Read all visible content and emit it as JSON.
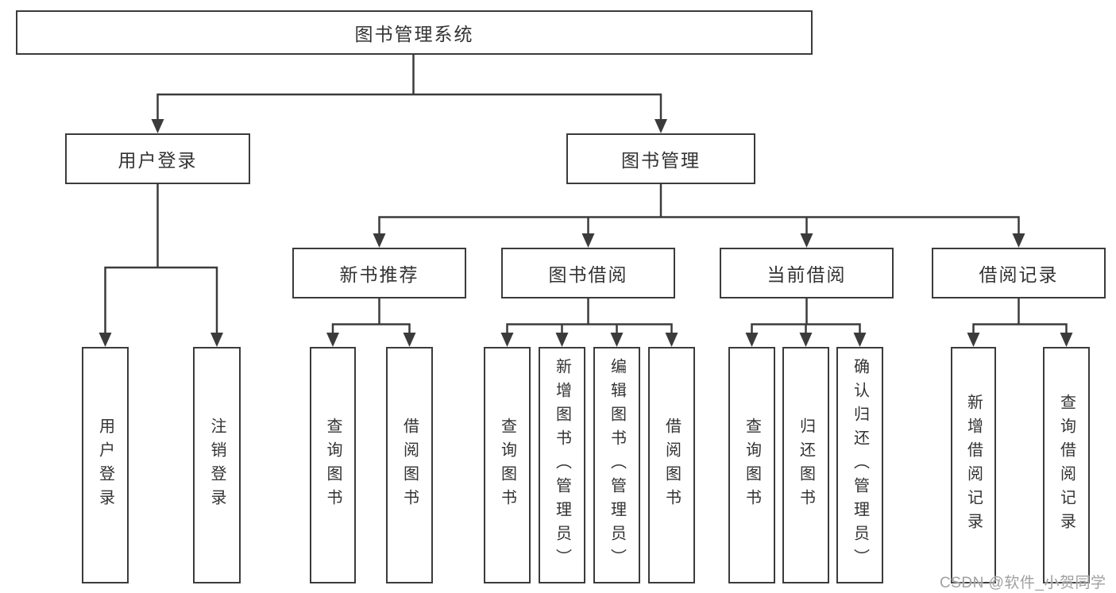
{
  "tree": {
    "root": "图书管理系统",
    "branches": [
      {
        "label": "用户登录",
        "children": [
          "用户登录",
          "注销登录"
        ]
      },
      {
        "label": "图书管理",
        "sections": [
          {
            "label": "新书推荐",
            "children": [
              "查询图书",
              "借阅图书"
            ]
          },
          {
            "label": "图书借阅",
            "children": [
              "查询图书",
              "新增图书（管理员）",
              "编辑图书（管理员）",
              "借阅图书"
            ]
          },
          {
            "label": "当前借阅",
            "children": [
              "查询图书",
              "归还图书",
              "确认归还（管理员）"
            ]
          },
          {
            "label": "借阅记录",
            "children": [
              "新增借阅记录",
              "查询借阅记录"
            ]
          }
        ]
      }
    ]
  },
  "watermark": {
    "text": "CSDN @软件_小贺同学"
  },
  "colors": {
    "line": "#3b3b3b",
    "box_border": "#3b3b3b",
    "text": "#333333",
    "watermark": "#a0a0a0",
    "background": "#ffffff"
  }
}
